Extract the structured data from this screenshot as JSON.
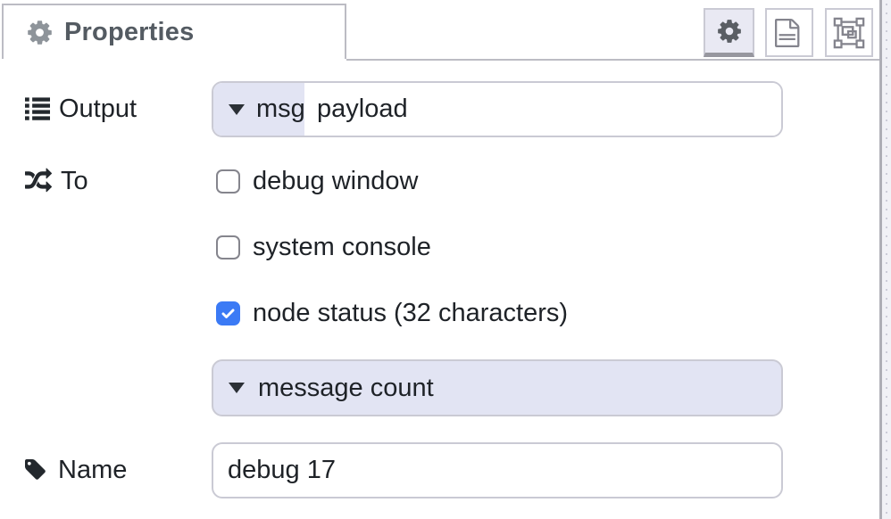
{
  "tab": {
    "title": "Properties"
  },
  "toolbar": {
    "properties_button": {
      "icon": "gear-icon",
      "selected": true
    },
    "description_button": {
      "icon": "file-icon",
      "selected": false
    },
    "appearance_button": {
      "icon": "object-group-icon",
      "selected": false
    }
  },
  "form": {
    "output": {
      "label": "Output",
      "type_prefix": "msg.",
      "value": "payload"
    },
    "to": {
      "label": "To",
      "checkboxes": [
        {
          "label": "debug window",
          "checked": false
        },
        {
          "label": "system console",
          "checked": false
        },
        {
          "label": "node status (32 characters)",
          "checked": true
        }
      ],
      "dropdown_value": "message count"
    },
    "name": {
      "label": "Name",
      "value": "debug 17"
    }
  },
  "colors": {
    "accent_lavender": "#e2e4f3",
    "input_border": "#cacad4",
    "tab_border": "#bcbcc4",
    "checkbox_blue": "#3b7af5",
    "text_dark": "#1e2227",
    "title_gray": "#545b62",
    "icon_gray": "#84848d"
  }
}
